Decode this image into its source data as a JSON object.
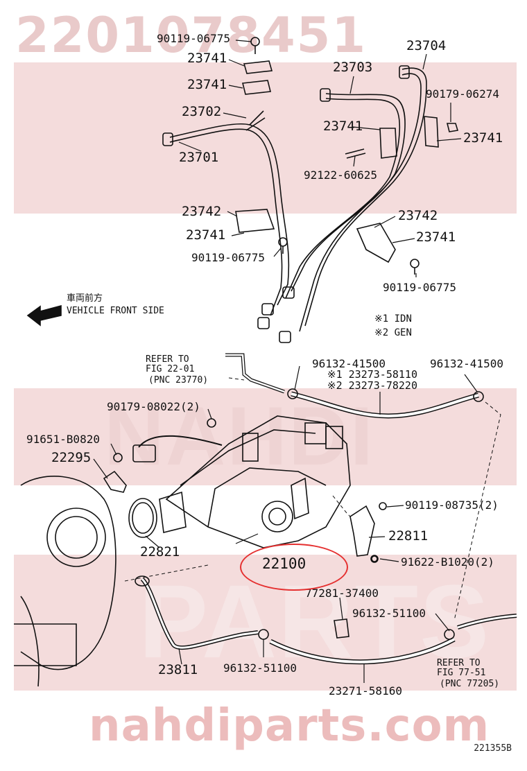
{
  "watermark": {
    "top_number": "2201078451",
    "brand": "nahdiparts.com",
    "mid_text": "NAHDI",
    "low_text": "PARTS"
  },
  "diagram_code": "221355B",
  "direction": {
    "jp": "車両前方",
    "en": "VEHICLE FRONT SIDE"
  },
  "notes": {
    "n1": "※1 IDN",
    "n2": "※2 GEN"
  },
  "refs": {
    "ref1_l1": "REFER TO",
    "ref1_l2": "FIG  22-01",
    "ref1_l3": "(PNC 23770)",
    "ref2_l1": "REFER TO",
    "ref2_l2": "FIG 77-51",
    "ref2_l3": "(PNC 77205)"
  },
  "parts": {
    "p01": "90119-06775",
    "p02": "23741",
    "p03": "23741",
    "p04": "23702",
    "p05": "23701",
    "p06": "23703",
    "p07": "23704",
    "p08": "90179-06274",
    "p09": "23741",
    "p10": "23741",
    "p11": "92122-60625",
    "p12": "23742",
    "p13": "23741",
    "p14": "90119-06775",
    "p15": "23742",
    "p16": "23741",
    "p17": "90119-06775",
    "p18": "96132-41500",
    "p19": "※1 23273-58110",
    "p20": "※2 23273-78220",
    "p21": "96132-41500",
    "p22": "90179-08022(2)",
    "p23": "91651-B0820",
    "p24": "22295",
    "p25": "90119-08735(2)",
    "p26": "22811",
    "p27": "22821",
    "p28": "22100",
    "p29": "91622-B1020(2)",
    "p30": "77281-37400",
    "p31": "96132-51100",
    "p32": "23811",
    "p33": "96132-51100",
    "p34": "23271-58160"
  },
  "colors": {
    "watermark_band": "#f4dcdc",
    "highlight": "#e53030",
    "line": "#111111"
  }
}
